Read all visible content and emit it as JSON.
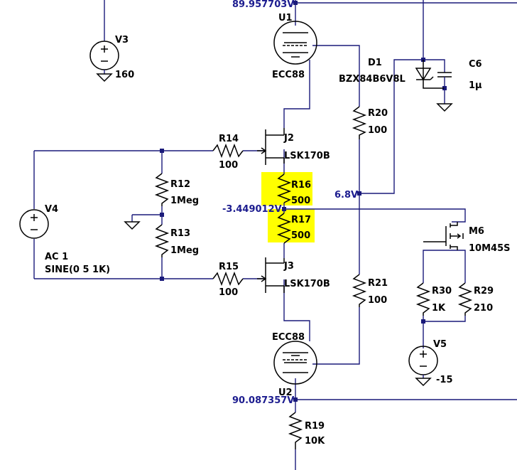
{
  "colors": {
    "wire": "#1a1a7a",
    "net_label": "#1c1c8f",
    "component": "#000000",
    "highlight": "#ffff00",
    "background": "#ffffff"
  },
  "net_labels": {
    "u1_cathode_voltage": "89.957703V",
    "mid_voltage": "-3.449012V",
    "zener_voltage": "6.8V",
    "u2_cathode_voltage": "90.087357V"
  },
  "components": {
    "V3": {
      "name": "V3",
      "value": "160"
    },
    "U1": {
      "name": "U1",
      "value": "ECC88"
    },
    "D1": {
      "name": "D1",
      "value": "BZX84B6V8L"
    },
    "C6": {
      "name": "C6",
      "value": "1µ"
    },
    "R20": {
      "name": "R20",
      "value": "100"
    },
    "R14": {
      "name": "R14",
      "value": "100"
    },
    "J2": {
      "name": "J2",
      "value": "LSK170B"
    },
    "R12": {
      "name": "R12",
      "value": "1Meg"
    },
    "R13": {
      "name": "R13",
      "value": "1Meg"
    },
    "V4": {
      "name": "V4",
      "value": "AC 1",
      "value2": "SINE(0 5 1K)"
    },
    "R16": {
      "name": "R16",
      "value": "500"
    },
    "R17": {
      "name": "R17",
      "value": "500"
    },
    "M6": {
      "name": "M6",
      "value": "10M45S"
    },
    "R15": {
      "name": "R15",
      "value": "100"
    },
    "J3": {
      "name": "J3",
      "value": "LSK170B"
    },
    "R21": {
      "name": "R21",
      "value": "100"
    },
    "R30": {
      "name": "R30",
      "value": "1K"
    },
    "R29": {
      "name": "R29",
      "value": "210"
    },
    "V5": {
      "name": "V5",
      "value": "-15"
    },
    "U2": {
      "name": "U2",
      "value": "ECC88"
    },
    "R19": {
      "name": "R19",
      "value": "10K"
    }
  }
}
